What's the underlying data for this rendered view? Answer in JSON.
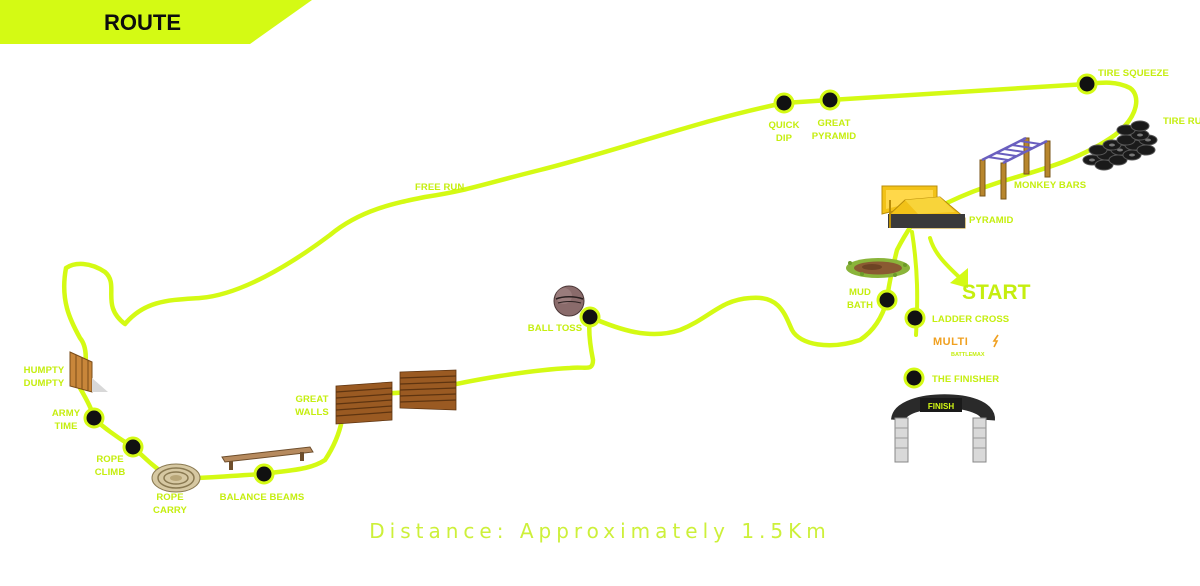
{
  "header": {
    "title": "ROUTE"
  },
  "colors": {
    "route": "#d4fa14",
    "marker": "#111111",
    "label": "#c5ee0f",
    "banner": "#d4fa14"
  },
  "map": {
    "start_label": "START",
    "finish_label": "FINISH",
    "stations": [
      {
        "id": "tire-squeeze",
        "lines": [
          "TIRE SQUEEZE"
        ]
      },
      {
        "id": "tire-run",
        "lines": [
          "TIRE RUN"
        ]
      },
      {
        "id": "quick-dip",
        "lines": [
          "QUICK",
          "DIP"
        ]
      },
      {
        "id": "great-pyramid",
        "lines": [
          "GREAT",
          "PYRAMID"
        ]
      },
      {
        "id": "monkey-bars",
        "lines": [
          "MONKEY BARS"
        ]
      },
      {
        "id": "pyramid",
        "lines": [
          "PYRAMID"
        ]
      },
      {
        "id": "free-run",
        "lines": [
          "FREE RUN"
        ]
      },
      {
        "id": "mud-bath",
        "lines": [
          "MUD",
          "BATH"
        ]
      },
      {
        "id": "ladder-cross",
        "lines": [
          "LADDER CROSS"
        ]
      },
      {
        "id": "the-finisher",
        "lines": [
          "THE FINISHER"
        ]
      },
      {
        "id": "ball-toss",
        "lines": [
          "BALL TOSS"
        ]
      },
      {
        "id": "humpty-dumpty",
        "lines": [
          "HUMPTY",
          "DUMPTY"
        ]
      },
      {
        "id": "army-time",
        "lines": [
          "ARMY",
          "TIME"
        ]
      },
      {
        "id": "rope-climb",
        "lines": [
          "ROPE",
          "CLIMB"
        ]
      },
      {
        "id": "rope-carry",
        "lines": [
          "ROPE",
          "CARRY"
        ]
      },
      {
        "id": "balance-beams",
        "lines": [
          "BALANCE BEAMS"
        ]
      },
      {
        "id": "great-walls",
        "lines": [
          "GREAT",
          "WALLS"
        ]
      }
    ],
    "sponsor": {
      "name": "MULTI",
      "sub": "BATTLEMAX"
    }
  },
  "footer": {
    "distance": "Distance: Approximately 1.5Km"
  }
}
